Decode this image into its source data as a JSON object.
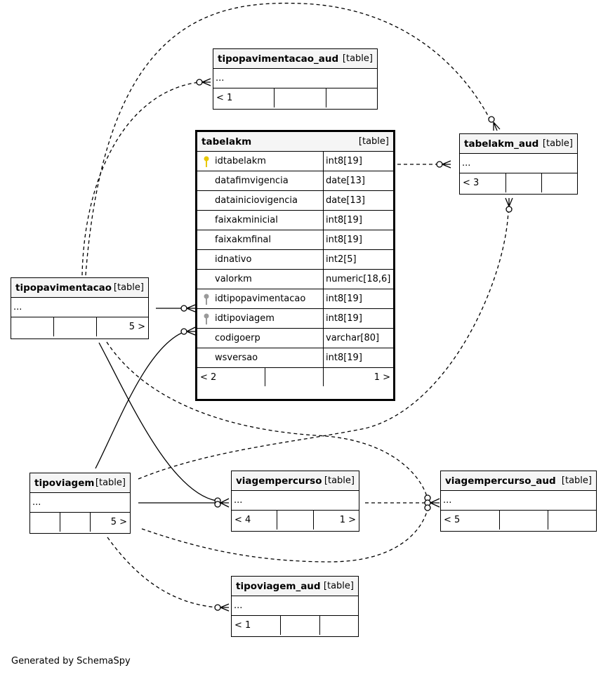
{
  "diagram": {
    "generated_by": "Generated by SchemaSpy",
    "colors": {
      "primary_key": "#e8c800",
      "foreign_key": "#9a9a9a",
      "header_bg": "#f5f5f5"
    }
  },
  "tables": {
    "tabelakm": {
      "name": "tabelakm",
      "type": "[table]",
      "columns": [
        {
          "name": "idtabelakm",
          "type": "int8[19]",
          "key": "pk"
        },
        {
          "name": "datafimvigencia",
          "type": "date[13]",
          "key": ""
        },
        {
          "name": "datainiciovigencia",
          "type": "date[13]",
          "key": ""
        },
        {
          "name": "faixakminicial",
          "type": "int8[19]",
          "key": ""
        },
        {
          "name": "faixakmfinal",
          "type": "int8[19]",
          "key": ""
        },
        {
          "name": "idnativo",
          "type": "int2[5]",
          "key": ""
        },
        {
          "name": "valorkm",
          "type": "numeric[18,6]",
          "key": ""
        },
        {
          "name": "idtipopavimentacao",
          "type": "int8[19]",
          "key": "fk"
        },
        {
          "name": "idtipoviagem",
          "type": "int8[19]",
          "key": "fk"
        },
        {
          "name": "codigoerp",
          "type": "varchar[80]",
          "key": ""
        },
        {
          "name": "wsversao",
          "type": "int8[19]",
          "key": ""
        }
      ],
      "footer": [
        "< 2",
        "",
        "1 >"
      ]
    },
    "tipopavimentacao_aud": {
      "name": "tipopavimentacao_aud",
      "type": "[table]",
      "ellipsis": "...",
      "footer": [
        "< 1",
        "",
        ""
      ]
    },
    "tabelakm_aud": {
      "name": "tabelakm_aud",
      "type": "[table]",
      "ellipsis": "...",
      "footer": [
        "< 3",
        "",
        ""
      ]
    },
    "tipopavimentacao": {
      "name": "tipopavimentacao",
      "type": "[table]",
      "ellipsis": "...",
      "footer": [
        "",
        "",
        "5 >"
      ]
    },
    "tipoviagem": {
      "name": "tipoviagem",
      "type": "[table]",
      "ellipsis": "...",
      "footer": [
        "",
        "",
        "5 >"
      ]
    },
    "viagempercurso": {
      "name": "viagempercurso",
      "type": "[table]",
      "ellipsis": "...",
      "footer": [
        "< 4",
        "",
        "1 >"
      ]
    },
    "viagempercurso_aud": {
      "name": "viagempercurso_aud",
      "type": "[table]",
      "ellipsis": "...",
      "footer": [
        "< 5",
        "",
        ""
      ]
    },
    "tipoviagem_aud": {
      "name": "tipoviagem_aud",
      "type": "[table]",
      "ellipsis": "...",
      "footer": [
        "< 1",
        "",
        ""
      ]
    }
  }
}
